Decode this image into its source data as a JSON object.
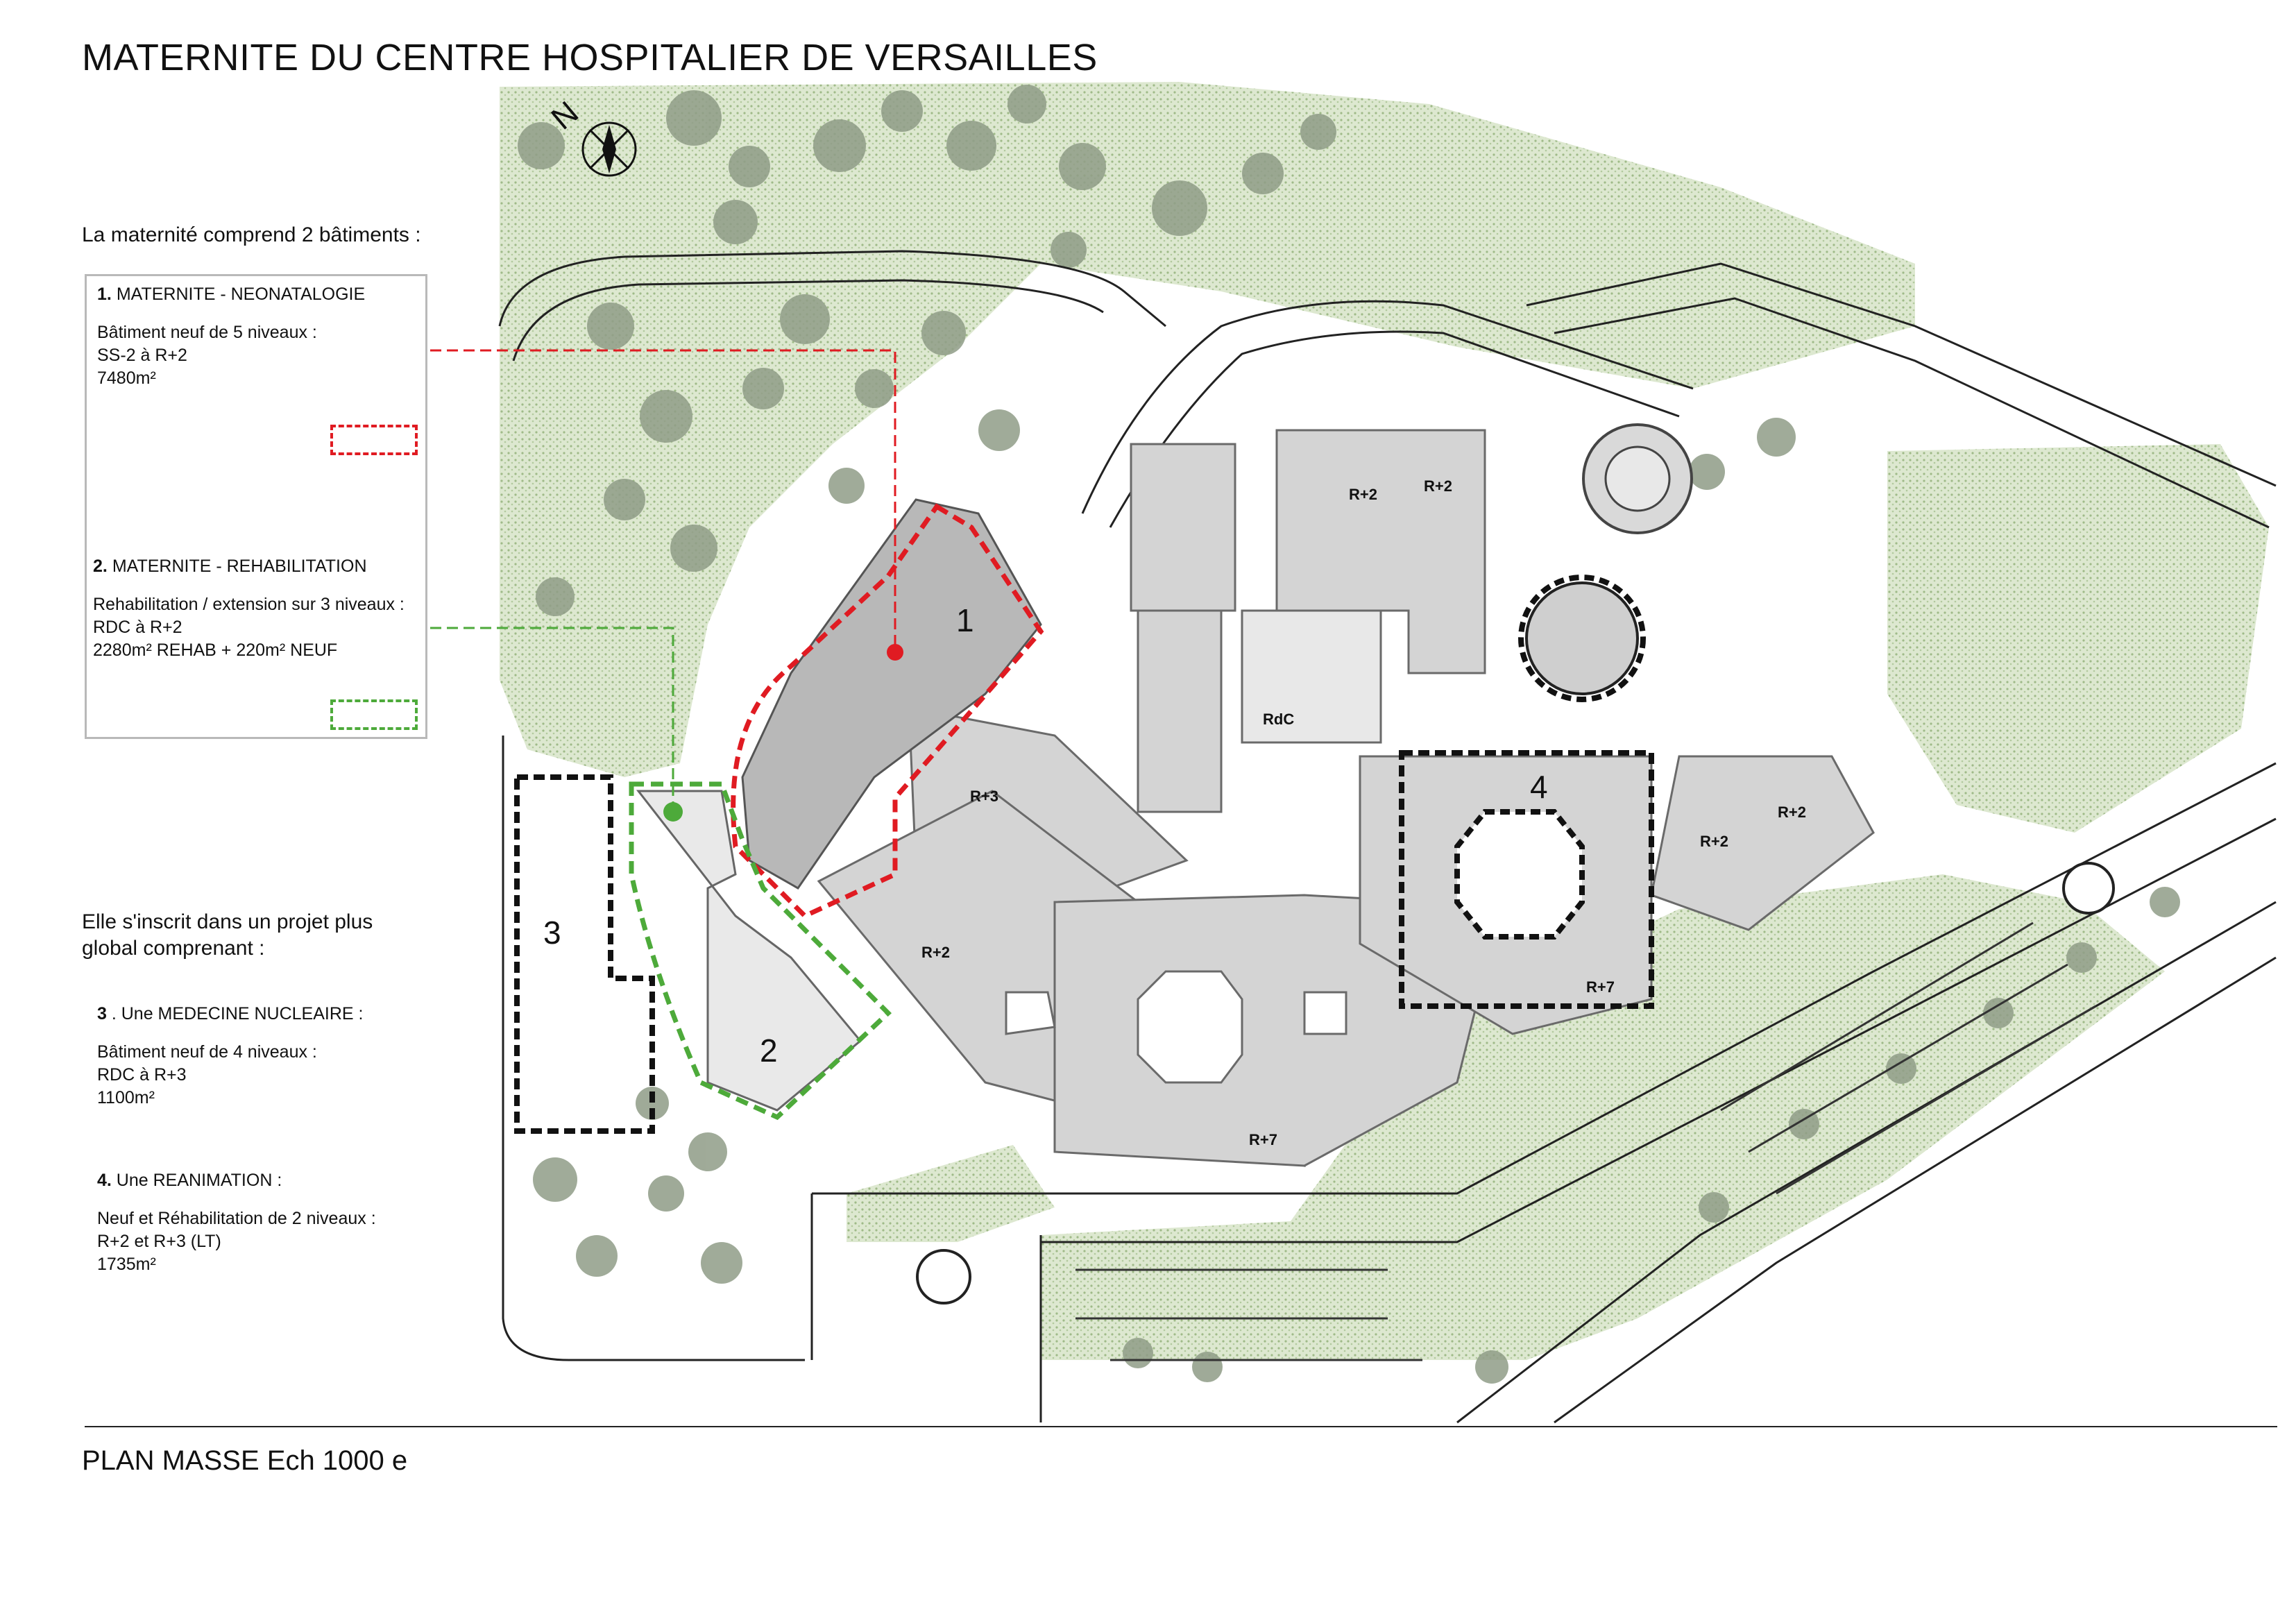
{
  "title": "MATERNITE DU CENTRE HOSPITALIER DE VERSAILLES",
  "intro": "La maternité comprend 2 bâtiments :",
  "legend": {
    "b1": {
      "num": "1.",
      "name": "MATERNITE - NEONATALOGIE",
      "l1": "Bâtiment neuf de 5 niveaux :",
      "l2": "SS-2 à R+2",
      "l3": "7480m²",
      "color": "#e01b22"
    },
    "b2": {
      "num": "2.",
      "name": "MATERNITE - REHABILITATION",
      "l1": "Rehabilitation / extension sur 3 niveaux :",
      "l2": "RDC à R+2",
      "l3": "2280m² REHAB + 220m² NEUF",
      "color": "#4daa3a"
    }
  },
  "global": {
    "line1": "Elle s'inscrit dans un projet plus",
    "line2": "global comprenant  :"
  },
  "projects": {
    "p3": {
      "num": "3",
      "sep": " . ",
      "name": "Une MEDECINE NUCLEAIRE :",
      "l1": "Bâtiment neuf de 4 niveaux :",
      "l2": "RDC à R+3",
      "l3": "1100m²"
    },
    "p4": {
      "num": "4.",
      "name": " Une REANIMATION :",
      "l1": "Neuf et Réhabilitation de 2 niveaux :",
      "l2": "R+2 et R+3 (LT)",
      "l3": "1735m²"
    }
  },
  "footer": "PLAN MASSE Ech 1000 e",
  "map": {
    "compass": "N",
    "building_numbers": [
      "1",
      "2",
      "3",
      "4"
    ],
    "levels": [
      "R+2",
      "R+3",
      "R+2",
      "R+7",
      "R+7",
      "R+2",
      "R+2",
      "R+2",
      "RdC"
    ]
  }
}
